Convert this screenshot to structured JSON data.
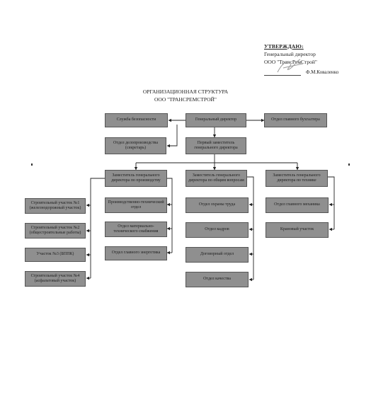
{
  "approval": {
    "header": "УТВЕРЖДАЮ:",
    "position": "Генеральный директор",
    "company": "ООО \"ТрансРемСтрой\"",
    "signer": "Ф.М.Коваленко"
  },
  "title": {
    "line1": "ОРГАНИЗАЦИОННАЯ СТРУКТУРА",
    "line2": "ООО \"ТРАНСРЕМСТРОЙ\""
  },
  "boxes": {
    "security": "Служба безопасности",
    "ceo": "Генеральный директор",
    "chief_accountant": "Отдел главного бухгалтера",
    "records": "Отдел делопроизводства\n(секретарь)",
    "first_deputy": "Первый заместитель\nгенерального директора",
    "deputy_production": "Заместитель генерального\nдиректора по производству",
    "deputy_general": "Заместитель генерального\nдиректора по общим вопросам",
    "deputy_engineering": "Заместитель генерального\nдиректора по технике",
    "site1": "Строительный участок №1\n(железнодорожный участок)",
    "site2": "Строительный участок №2\n(общестроительные работы)",
    "site3": "Участок №3 (БППК)",
    "site4": "Строительный участок №4\n(асфальтовый участок)",
    "pto": "Производственно-технический\nотдел",
    "mts": "Отдел материально-\nтехнического снабжения",
    "chief_power": "Отдел главного энергетика",
    "labor_protection": "Отдел охраны труда",
    "hr": "Отдел кадров",
    "contracts": "Договорный отдел",
    "quality": "Отдел качества",
    "chief_mechanic": "Отдел главного механика",
    "crane": "Крановый участок"
  }
}
